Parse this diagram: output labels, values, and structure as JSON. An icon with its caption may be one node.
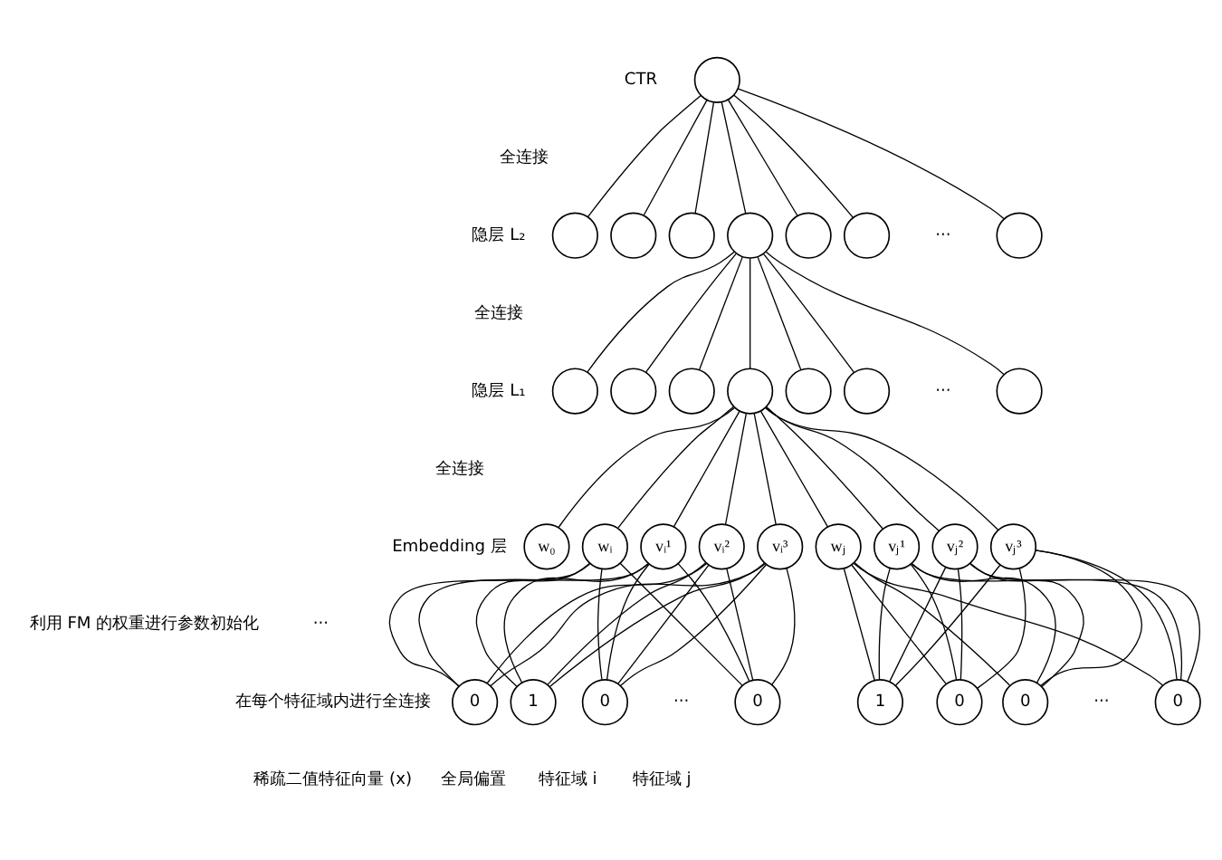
{
  "diagram": {
    "nodes": [
      {
        "text": [],
        "shape": "circle"
      },
      {
        "text": [],
        "shape": "circle"
      },
      {
        "text": [],
        "shape": "circle"
      },
      {
        "text": [],
        "shape": "circle"
      },
      {
        "text": [],
        "shape": "circle"
      },
      {
        "text": [],
        "shape": "circle"
      },
      {
        "text": [],
        "shape": "circle"
      },
      {
        "text": [],
        "shape": "circle"
      },
      {
        "text": [],
        "shape": "circle"
      },
      {
        "text": [],
        "shape": "circle"
      },
      {
        "text": [],
        "shape": "circle"
      },
      {
        "text": [],
        "shape": "circle"
      },
      {
        "text": [],
        "shape": "circle"
      },
      {
        "text": [],
        "shape": "circle"
      },
      {
        "text": [],
        "shape": "circle"
      },
      {
        "text": [
          "w₀"
        ]
      },
      {
        "text": [
          "wᵢ"
        ]
      },
      {
        "text": [
          "vᵢ¹"
        ]
      },
      {
        "text": [
          "vᵢ²"
        ]
      },
      {
        "text": [
          "vᵢ³"
        ]
      },
      {
        "text": [
          "wⱼ"
        ]
      },
      {
        "text": [
          "vⱼ¹"
        ]
      },
      {
        "text": [
          "vⱼ²"
        ]
      },
      {
        "text": [
          "vⱼ³"
        ]
      },
      {
        "text": [
          "0"
        ]
      },
      {
        "text": [
          "1"
        ]
      },
      {
        "text": [
          "0"
        ]
      },
      {
        "text": [
          "0"
        ]
      },
      {
        "text": [
          "1"
        ]
      },
      {
        "text": [
          "0"
        ]
      },
      {
        "text": [
          "0"
        ]
      },
      {
        "text": [
          "0"
        ]
      }
    ],
    "edges": [
      {
        "from": 0,
        "to": 1,
        "arrow": "none"
      },
      {
        "from": 0,
        "to": 2,
        "arrow": "none"
      },
      {
        "from": 0,
        "to": 3,
        "arrow": "none"
      },
      {
        "from": 0,
        "to": 4,
        "arrow": "none"
      },
      {
        "from": 0,
        "to": 5,
        "arrow": "none"
      },
      {
        "from": 0,
        "to": 6,
        "arrow": "none"
      },
      {
        "from": 0,
        "to": 7,
        "arrow": "none"
      },
      {
        "from": 4,
        "to": 8,
        "arrow": "none"
      },
      {
        "from": 4,
        "to": 9,
        "arrow": "none"
      },
      {
        "from": 4,
        "to": 10,
        "arrow": "none"
      },
      {
        "from": 4,
        "to": 11,
        "arrow": "none"
      },
      {
        "from": 4,
        "to": 12,
        "arrow": "none"
      },
      {
        "from": 4,
        "to": 13,
        "arrow": "none"
      },
      {
        "from": 4,
        "to": 14,
        "arrow": "none"
      },
      {
        "from": 11,
        "to": 15,
        "arrow": "none"
      },
      {
        "from": 11,
        "to": 16,
        "arrow": "none"
      },
      {
        "from": 11,
        "to": 17,
        "arrow": "none"
      },
      {
        "from": 11,
        "to": 18,
        "arrow": "none"
      },
      {
        "from": 11,
        "to": 19,
        "arrow": "none"
      },
      {
        "from": 11,
        "to": 20,
        "arrow": "none"
      },
      {
        "from": 11,
        "to": 21,
        "arrow": "none"
      },
      {
        "from": 11,
        "to": 22,
        "arrow": "none"
      },
      {
        "from": 11,
        "to": 23,
        "arrow": "none"
      },
      {
        "from": 16,
        "to": 24,
        "arrow": "none"
      },
      {
        "from": 16,
        "to": 25,
        "arrow": "none"
      },
      {
        "from": 16,
        "to": 26,
        "arrow": "none"
      },
      {
        "from": 16,
        "to": 27,
        "arrow": "none"
      },
      {
        "from": 17,
        "to": 24,
        "arrow": "none"
      },
      {
        "from": 17,
        "to": 25,
        "arrow": "none"
      },
      {
        "from": 17,
        "to": 26,
        "arrow": "none"
      },
      {
        "from": 17,
        "to": 27,
        "arrow": "none"
      },
      {
        "from": 18,
        "to": 24,
        "arrow": "none"
      },
      {
        "from": 18,
        "to": 25,
        "arrow": "none"
      },
      {
        "from": 18,
        "to": 26,
        "arrow": "none"
      },
      {
        "from": 18,
        "to": 27,
        "arrow": "none"
      },
      {
        "from": 19,
        "to": 24,
        "arrow": "none"
      },
      {
        "from": 19,
        "to": 25,
        "arrow": "none"
      },
      {
        "from": 19,
        "to": 26,
        "arrow": "none"
      },
      {
        "from": 19,
        "to": 27,
        "arrow": "none"
      },
      {
        "from": 20,
        "to": 28,
        "arrow": "none"
      },
      {
        "from": 20,
        "to": 29,
        "arrow": "none"
      },
      {
        "from": 20,
        "to": 30,
        "arrow": "none"
      },
      {
        "from": 20,
        "to": 31,
        "arrow": "none"
      },
      {
        "from": 21,
        "to": 28,
        "arrow": "none"
      },
      {
        "from": 21,
        "to": 29,
        "arrow": "none"
      },
      {
        "from": 21,
        "to": 30,
        "arrow": "none"
      },
      {
        "from": 21,
        "to": 31,
        "arrow": "none"
      },
      {
        "from": 22,
        "to": 28,
        "arrow": "none"
      },
      {
        "from": 22,
        "to": 29,
        "arrow": "none"
      },
      {
        "from": 22,
        "to": 30,
        "arrow": "none"
      },
      {
        "from": 22,
        "to": 31,
        "arrow": "none"
      },
      {
        "from": 23,
        "to": 28,
        "arrow": "none"
      },
      {
        "from": 23,
        "to": 29,
        "arrow": "none"
      },
      {
        "from": 23,
        "to": 30,
        "arrow": "none"
      },
      {
        "from": 23,
        "to": 31,
        "arrow": "none"
      }
    ],
    "labels": [
      "CTR",
      "全连接",
      "隐层 L₂",
      "···",
      "全连接",
      "隐层 L₁",
      "···",
      "全连接",
      "Embedding 层",
      "利用 FM 的权重进行参数初始化",
      "···",
      "在每个特征域内进行全连接",
      "···",
      "···",
      "稀疏二值特征向量 (x)",
      "全局偏置",
      "特征域 i",
      "特征域 j"
    ]
  }
}
